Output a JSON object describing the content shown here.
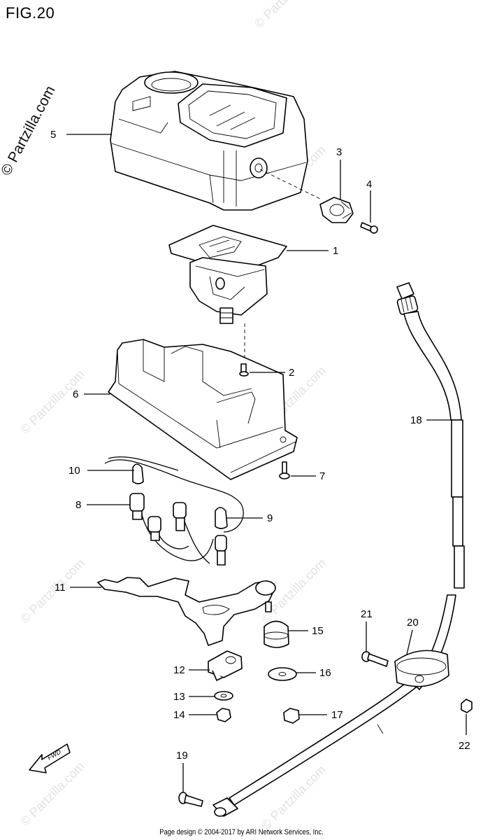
{
  "figure_title": "FIG.20",
  "watermark_main": "© Partzilla.com",
  "watermark_repeat": "© Partzilla.com",
  "footer_text": "Page design © 2004-2017 by ARI Network Services, Inc.",
  "direction_label": "FWD",
  "callouts": [
    "1",
    "2",
    "3",
    "4",
    "5",
    "6",
    "7",
    "8",
    "9",
    "10",
    "11",
    "12",
    "13",
    "14",
    "15",
    "16",
    "17",
    "18",
    "19",
    "20",
    "21",
    "22"
  ]
}
